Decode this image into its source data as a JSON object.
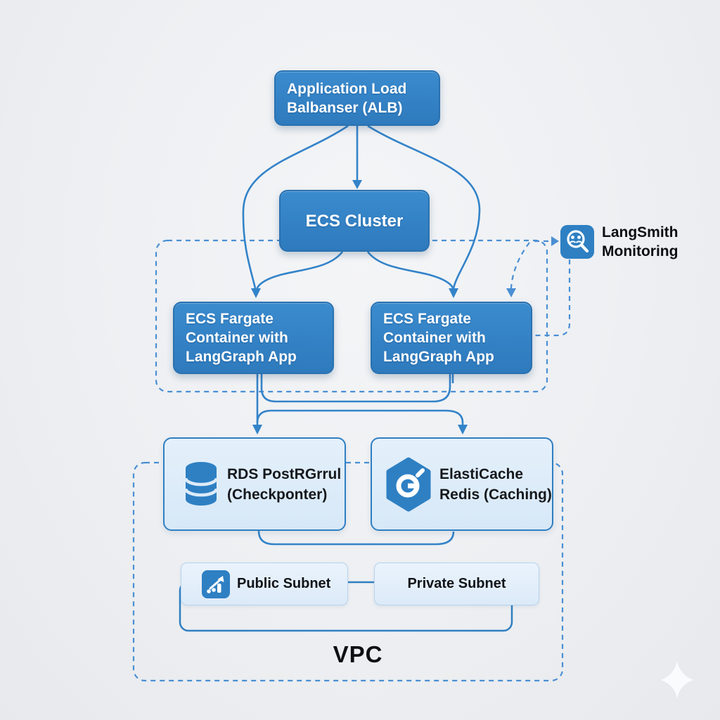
{
  "nodes": {
    "alb": {
      "lines": [
        "Application Load",
        "Balbanser (ALB)"
      ]
    },
    "ecs_cluster": {
      "label": "ECS Cluster"
    },
    "fargate_left": {
      "lines": [
        "ECS Fargate",
        "Container with",
        "LangGraph App"
      ]
    },
    "fargate_right": {
      "lines": [
        "ECS Fargate",
        "Container with",
        "LangGraph App"
      ]
    },
    "langsmith": {
      "lines": [
        "LangSmith",
        "Monitoring"
      ],
      "icon": "magnifier-monitoring-icon"
    },
    "rds": {
      "lines": [
        "RDS PostRGrrul",
        "(Checkponter)"
      ],
      "icon": "database-icon"
    },
    "elasticache": {
      "lines": [
        "ElastiCache",
        "Redis (Caching)"
      ],
      "icon": "cache-hexagon-icon"
    },
    "public_subnet": {
      "label": "Public Subnet",
      "icon": "bar-chart-icon"
    },
    "private_subnet": {
      "label": "Private Subnet"
    },
    "vpc": {
      "label": "VPC"
    }
  },
  "containers": {
    "ecs_cluster_boundary": {
      "style": "dashed-rounded-rect"
    },
    "vpc_boundary": {
      "style": "dashed-rounded-rect",
      "label_ref": "nodes.vpc.label"
    },
    "subnet_group": {
      "style": "solid-rounded-rect"
    }
  },
  "edges": [
    {
      "from": "alb",
      "to": "ecs_cluster",
      "style": "solid-arrow"
    },
    {
      "from": "alb",
      "to": "fargate_left",
      "style": "solid-curve-arrow"
    },
    {
      "from": "alb",
      "to": "fargate_right",
      "style": "solid-curve-arrow"
    },
    {
      "from": "ecs_cluster",
      "to": "fargate_left",
      "style": "solid-curve-arrow"
    },
    {
      "from": "ecs_cluster",
      "to": "fargate_right",
      "style": "solid-curve-arrow"
    },
    {
      "from": "fargate_left",
      "to": "rds",
      "style": "solid-arrow"
    },
    {
      "from": "fargate_right",
      "to": "elasticache",
      "style": "solid-arrow"
    },
    {
      "from": "fargate_left",
      "to": "fargate_right",
      "style": "solid-bracket"
    },
    {
      "from": "rds",
      "to": "elasticache",
      "style": "solid-bracket"
    },
    {
      "from": "public_subnet",
      "to": "private_subnet",
      "style": "solid-line"
    },
    {
      "from": "ecs_cluster_boundary",
      "to": "langsmith",
      "style": "dashed-arrow"
    },
    {
      "from": "langsmith",
      "to": "fargate_right",
      "style": "dashed-arrow"
    },
    {
      "from": "fargate_right",
      "to": "langsmith",
      "style": "dashed-elbow"
    }
  ],
  "decorations": {
    "sparkle": "four-point-star"
  },
  "colors": {
    "node_fill": "#3185c9",
    "node_border": "#2a71b0",
    "light_fill": "#ddebf8",
    "light_border": "#2f7fc2",
    "subnet_fill": "#e3eefa",
    "subnet_border": "#b7d3ee",
    "line": "#3383c9",
    "dashed_line": "#4a8fd3",
    "icon_blue": "#2e80c3",
    "text_on_dark": "#ffffff",
    "text_dark": "#15181c",
    "background": "#edeff2"
  }
}
